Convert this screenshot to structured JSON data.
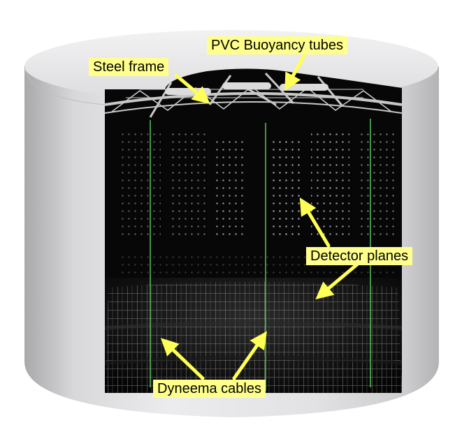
{
  "labels": {
    "buoyancy_tubes": "PVC Buoyancy tubes",
    "steel_frame": "Steel frame",
    "detector_planes": "Detector planes",
    "dyneema_cables": "Dyneema cables"
  },
  "colors": {
    "cylinder_shell": "#d6d6d8",
    "interior": "#070707",
    "detector_grid": "#9a9a9a",
    "cable": "#5fd05f",
    "arrow": "#ffff55",
    "label_background": "#ffff8c"
  },
  "icons": [
    "cylinder-shell-icon",
    "steel-frame-icon",
    "detector-grid-icon",
    "cable-icon",
    "arrow-icon"
  ]
}
